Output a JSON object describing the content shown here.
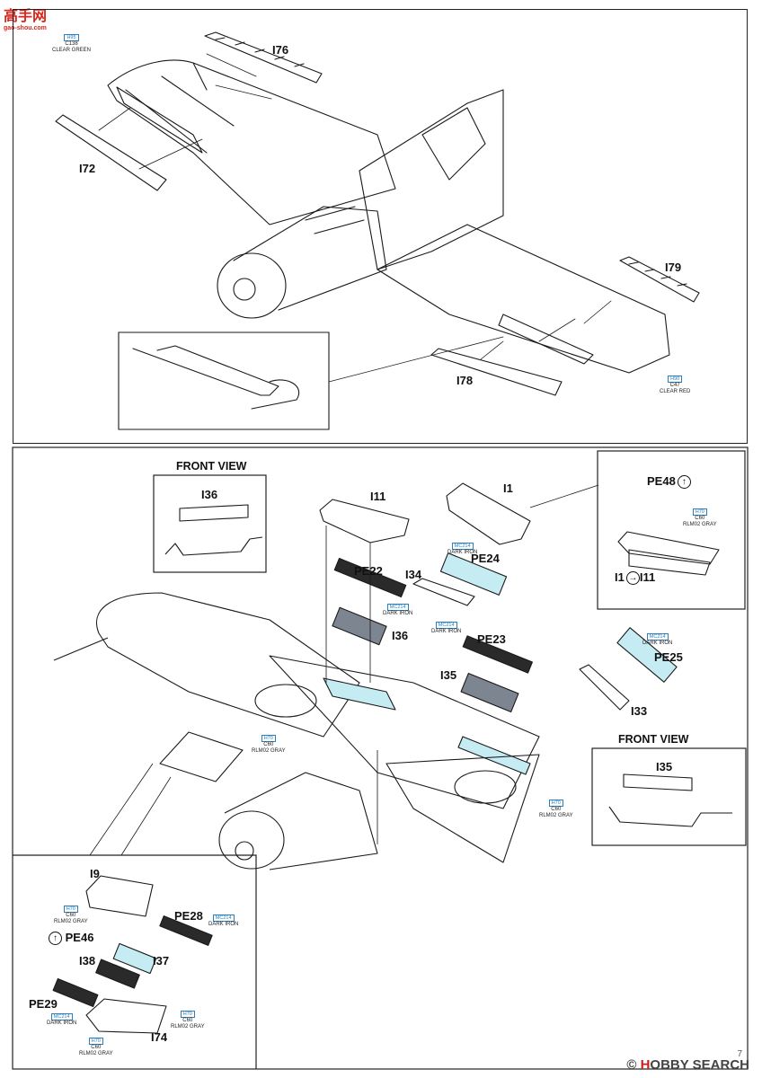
{
  "site_logo": {
    "brand": "高手网",
    "url": "gao-shou.com"
  },
  "upper": {
    "part_labels": {
      "i76": "I76",
      "i72": "I72",
      "i79": "I79",
      "i78": "I78"
    },
    "tags": [
      {
        "code": "H95",
        "gunze": "C138",
        "name": "CLEAR GREEN"
      },
      {
        "code": "H90",
        "gunze": "C47",
        "name": "CLEAR RED"
      }
    ]
  },
  "lower": {
    "front_view_1": {
      "title": "FRONT VIEW",
      "part": "I36"
    },
    "front_view_2": {
      "title": "FRONT VIEW",
      "part": "I35"
    },
    "part_labels": {
      "i11": "I11",
      "i1": "I1",
      "pe22": "PE22",
      "pe24": "PE24",
      "i34": "I34",
      "i36": "I36",
      "pe23": "PE23",
      "i35": "I35",
      "pe25": "PE25",
      "i33": "I33"
    },
    "inset": {
      "pe48": "PE48",
      "i1": "I1",
      "i11": "I11",
      "tag_code": "H70",
      "tag_gunze": "C60",
      "tag_name": "RLM02 GRAY"
    },
    "tags": [
      {
        "code": "MC214",
        "name": "DARK IRON"
      },
      {
        "code": "MC214",
        "name": "DARK IRON"
      },
      {
        "code": "MC214",
        "name": "DARK IRON"
      },
      {
        "code": "MC214",
        "name": "DARK IRON"
      },
      {
        "code": "H70",
        "gunze": "C60",
        "name": "RLM02 GRAY"
      },
      {
        "code": "H70",
        "gunze": "C60",
        "name": "RLM02 GRAY"
      }
    ]
  },
  "bottom_inset": {
    "part_labels": {
      "i9": "I9",
      "pe28": "PE28",
      "pe46": "PE46",
      "i38": "I38",
      "i37": "I37",
      "pe29": "PE29",
      "i74": "I74"
    },
    "tags": [
      {
        "code": "H70",
        "gunze": "C60",
        "name": "RLM02 GRAY"
      },
      {
        "code": "MC214",
        "name": "DARK IRON"
      },
      {
        "code": "MC214",
        "name": "DARK IRON"
      },
      {
        "code": "H70",
        "gunze": "C60",
        "name": "RLM02 GRAY"
      },
      {
        "code": "H70",
        "gunze": "C60",
        "name": "RLM02 GRAY"
      }
    ]
  },
  "page_number": "7",
  "watermark": {
    "prefix": "© ",
    "brand_r": "H",
    "brand_rest": "OBBY SEARCH"
  }
}
